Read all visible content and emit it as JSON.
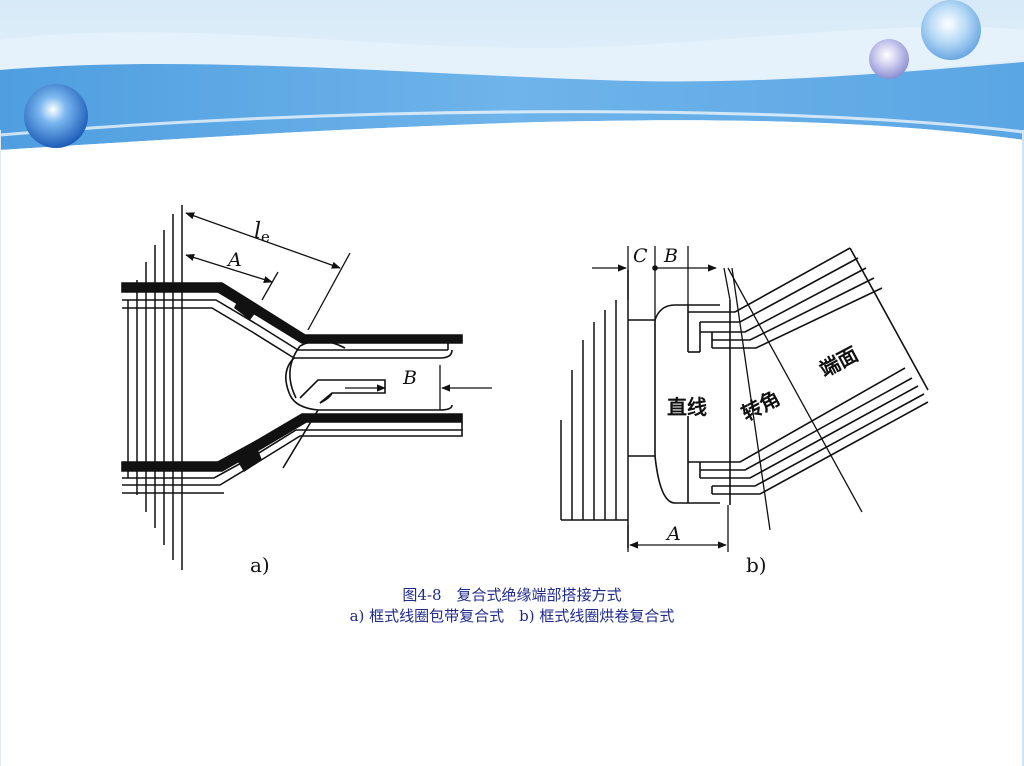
{
  "diagram_a": {
    "sublabel": "a)",
    "dim_le": "l",
    "dim_le_sub": "e",
    "dim_A": "A",
    "dim_B": "B"
  },
  "diagram_b": {
    "sublabel": "b)",
    "dim_C": "C",
    "dim_B": "B",
    "dim_A": "A",
    "region_straight": "直线",
    "region_corner": "转角",
    "region_end": "端面"
  },
  "caption": {
    "line1": "图4-8　复合式绝缘端部搭接方式",
    "line2": "a) 框式线圈包带复合式　b) 框式线圈烘卷复合式"
  }
}
